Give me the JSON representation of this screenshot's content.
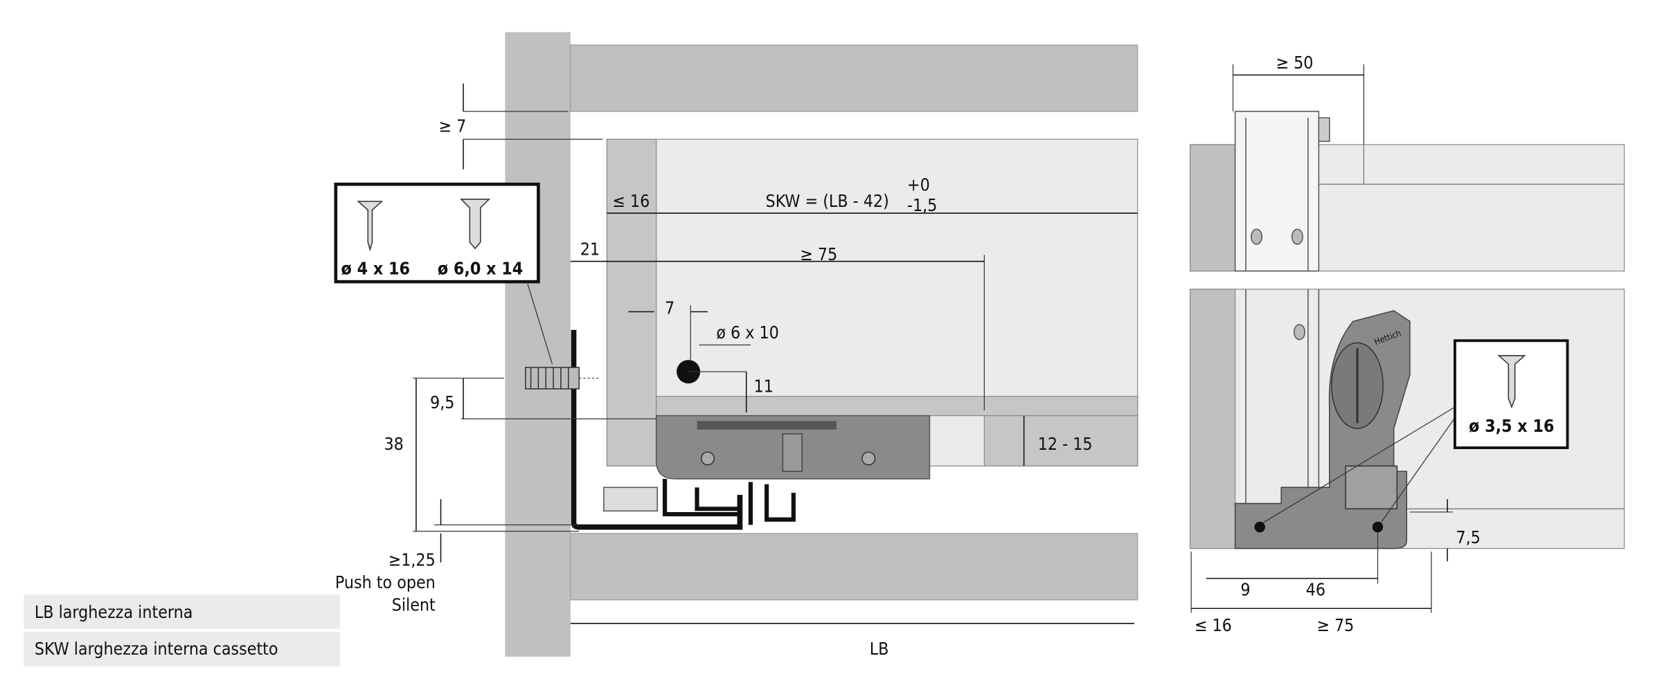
{
  "screws_left": {
    "screw_1": "ø 4 x 16",
    "screw_2": "ø 6,0 x 14"
  },
  "screws_right": {
    "screw_1": "ø 3,5 x 16"
  },
  "dimensions": {
    "gap_top": "≥ 7",
    "front_thickness": "≤ 16",
    "skw_formula": "SKW = (LB - 42)",
    "skw_tol_plus": "+0",
    "skw_tol_minus": "-1,5",
    "offset_21": "21",
    "min_75": "≥ 75",
    "offset_7": "7",
    "hole": "ø 6 x 10",
    "height_11": "11",
    "height_9_5": "9,5",
    "height_38": "38",
    "range_12_15": "12 - 15",
    "gap_bottom": "≥1,25",
    "push_to_open": "Push to open",
    "silent": "Silent",
    "lb": "LB",
    "right_min_50": "≥ 50",
    "right_7_5": "7,5",
    "right_9": "9",
    "right_46": "46",
    "right_max_16": "≤ 16",
    "right_min_75": "≥ 75"
  },
  "legend": [
    {
      "label": "LB larghezza interna"
    },
    {
      "label": "SKW larghezza interna cassetto"
    }
  ],
  "brand_mark": "Hettich",
  "colors": {
    "panel": "#c0c0c0",
    "light_panel": "#ebebeb",
    "mechanism": "#8a8a8a",
    "line": "#111111"
  }
}
